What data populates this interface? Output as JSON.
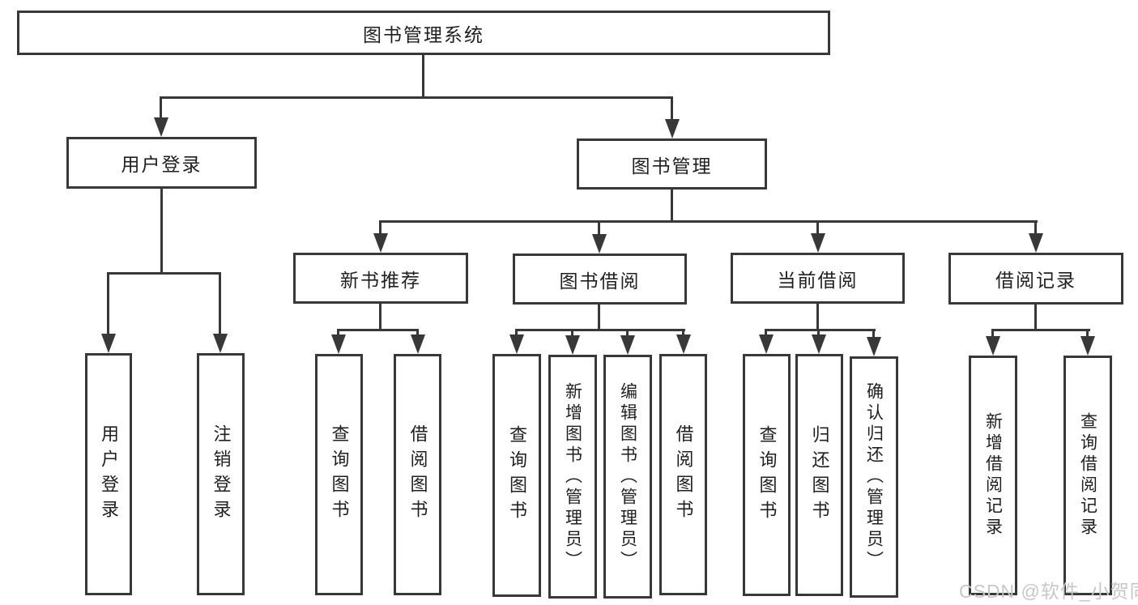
{
  "diagram_title": "图书管理系统",
  "nodes": {
    "root": "图书管理系统",
    "user_login": "用户登录",
    "book_mgmt": "图书管理",
    "new_book_rec": "新书推荐",
    "book_borrow": "图书借阅",
    "current_borrow": "当前借阅",
    "borrow_records": "借阅记录"
  },
  "leaves": {
    "user_login_leaf": "用户登录",
    "logout": "注销登录",
    "rec_query_book": "查询图书",
    "rec_borrow_book": "借阅图书",
    "bb_query_book": "查询图书",
    "bb_add_book": "新增图书（管理员）",
    "bb_edit_book": "编辑图书（管理员）",
    "bb_borrow_book": "借阅图书",
    "cb_query_book": "查询图书",
    "cb_return_book": "归还图书",
    "cb_confirm_return": "确认归还（管理员）",
    "br_add_record": "新增借阅记录",
    "br_query_record": "查询借阅记录"
  },
  "watermark": "CSDN @软件_小贺同学",
  "colors": {
    "line": "#383838",
    "text": "#1f1f1f",
    "watermark": "#c7c7c7",
    "background": "#ffffff"
  }
}
